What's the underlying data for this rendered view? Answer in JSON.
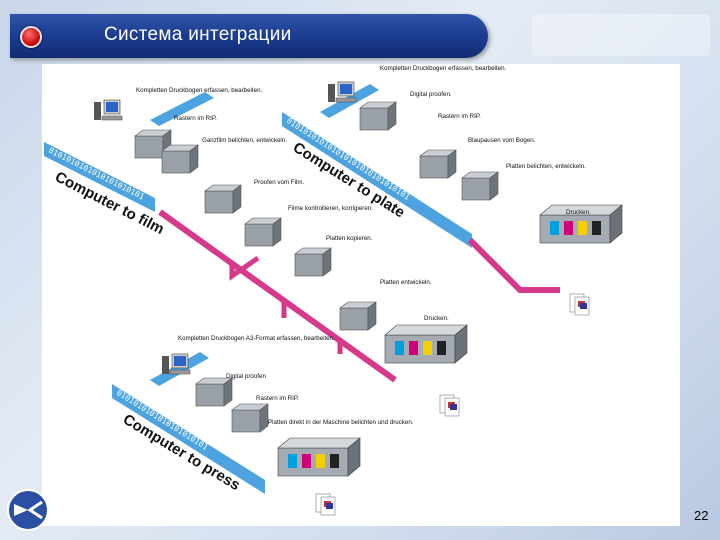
{
  "slide": {
    "title": "Система интеграции",
    "page_number": "22"
  },
  "workflows": {
    "film": {
      "heading": "Computer to film",
      "bits": "0101010101010101010101",
      "labels": [
        "Kompletten Druckbogen erfassen, bearbeiten.",
        "Rastern im RIP.",
        "Ganzfilm belichten, entwickeln.",
        "Proofen vom Film.",
        "Filme kontrollieren, korrigieren.",
        "Platten kopieren.",
        "Platten entwickeln.",
        "Drucken."
      ]
    },
    "plate": {
      "heading": "Computer to plate",
      "bits": "010101010101010101010101010101",
      "labels": [
        "Kompletten Druckbogen erfassen, bearbeiten.",
        "Digital proofen.",
        "Rastern im RIP.",
        "Blaupausen vom Bogen.",
        "Platten belichten, entwickeln.",
        "Drucken."
      ]
    },
    "press": {
      "heading": "Computer to press",
      "bits": "0101010101010101010101",
      "labels": [
        "Kompletten Druckbogen A3-Format erfassen, bearbeiten.",
        "Digital proofen",
        "Rastern im RIP.",
        "Platten direkt in der Maschine belichten und drucken."
      ]
    }
  },
  "colors": {
    "data_path": "#4da3df",
    "flow_line": "#d6388a",
    "title_bar": "#1f3f92"
  }
}
